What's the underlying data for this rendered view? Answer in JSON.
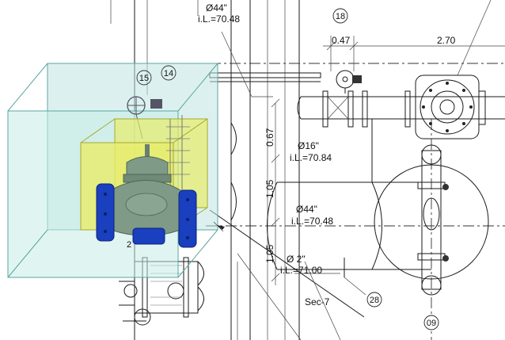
{
  "labels": {
    "dia44_top": "Ø44\"",
    "il_top": "i.L.=70.48",
    "dim_047": "0.47",
    "dim_270": "2.70",
    "dim_067": "0.67",
    "dia16": "Ø16\"",
    "il_16": "i.L.=70.84",
    "dim_105a": "1.05",
    "dia44_mid": "Ø44\"",
    "il_mid": "i.L.=70.48",
    "dim_105b": "1.05",
    "dia2": "Ø 2\"",
    "il_2": "i.L.=71.00",
    "section": "Sec-7"
  },
  "tags": {
    "t18": "18",
    "t15": "15",
    "t14": "14",
    "t28": "28",
    "t09": "09",
    "t2": "2"
  },
  "colors": {
    "box_fill": "#bfe6e2",
    "box_edge": "#5aa6a0",
    "yellow_fill": "#e7ec6a",
    "valve_body": "#7f9a86",
    "flange_blue": "#1a3fbf",
    "line": "#1a1a1a"
  }
}
